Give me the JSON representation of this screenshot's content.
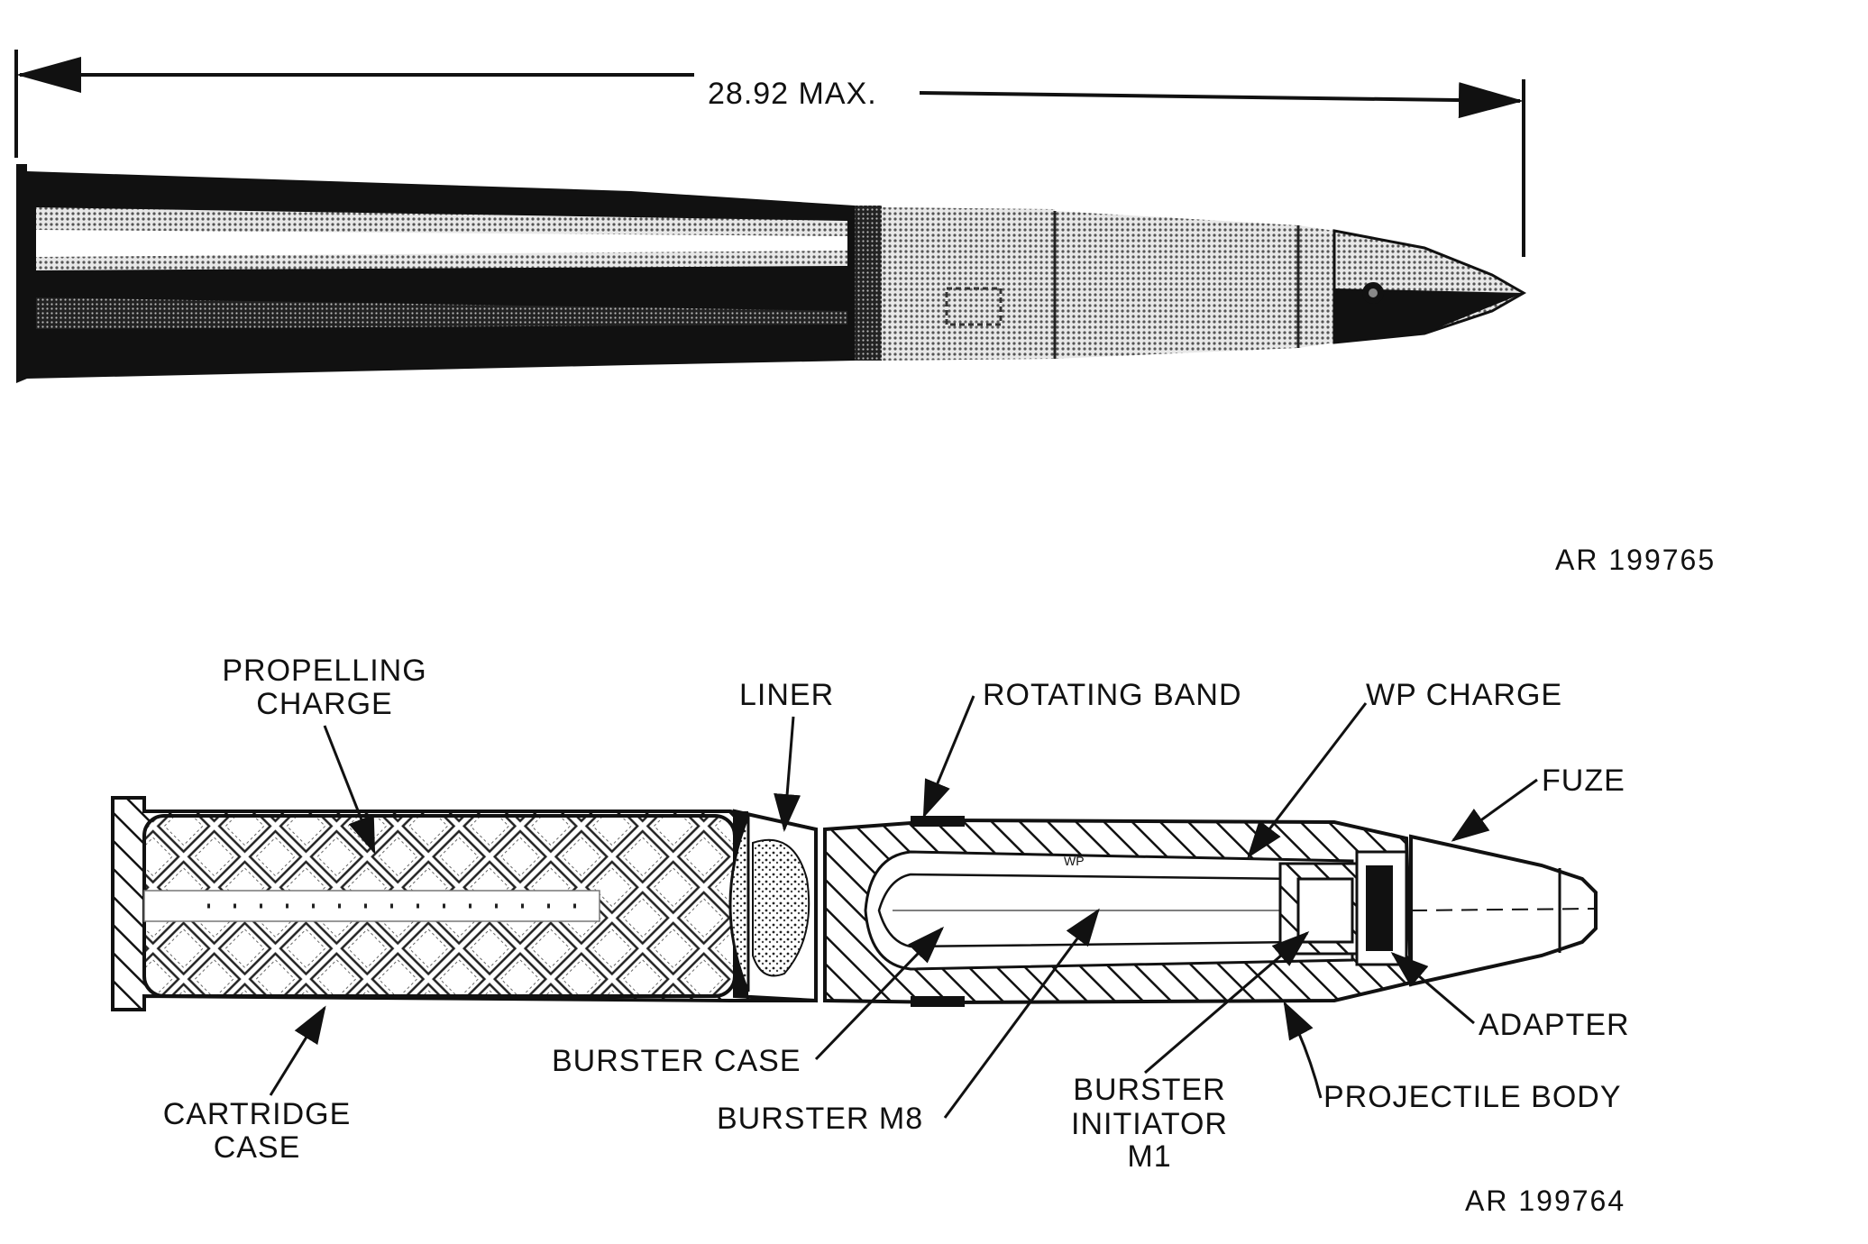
{
  "dimension": {
    "overall_length": "28.92 MAX."
  },
  "figure_ids": {
    "top": "AR 199765",
    "bottom": "AR 199764"
  },
  "labels": {
    "propelling_charge": [
      "PROPELLING",
      "CHARGE"
    ],
    "liner": "LINER",
    "rotating_band": "ROTATING BAND",
    "wp_charge": "WP CHARGE",
    "fuze": "FUZE",
    "adapter": "ADAPTER",
    "projectile_body": "PROJECTILE BODY",
    "burster_initiator": [
      "BURSTER",
      "INITIATOR",
      "M1"
    ],
    "burster_m8": "BURSTER M8",
    "burster_case": "BURSTER CASE",
    "cartridge_case": [
      "CARTRIDGE",
      "CASE"
    ]
  }
}
